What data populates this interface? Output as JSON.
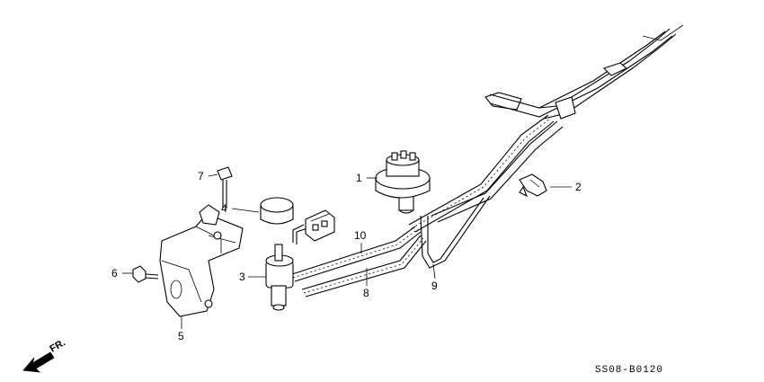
{
  "callouts": [
    {
      "id": "1",
      "text": "1"
    },
    {
      "id": "2",
      "text": "2"
    },
    {
      "id": "3",
      "text": "3"
    },
    {
      "id": "4",
      "text": "4"
    },
    {
      "id": "5",
      "text": "5"
    },
    {
      "id": "6",
      "text": "6"
    },
    {
      "id": "7",
      "text": "7"
    },
    {
      "id": "8",
      "text": "8"
    },
    {
      "id": "9",
      "text": "9"
    },
    {
      "id": "10",
      "text": "10"
    }
  ],
  "diagram_code": "SS08-B0120",
  "direction_label": "FR."
}
